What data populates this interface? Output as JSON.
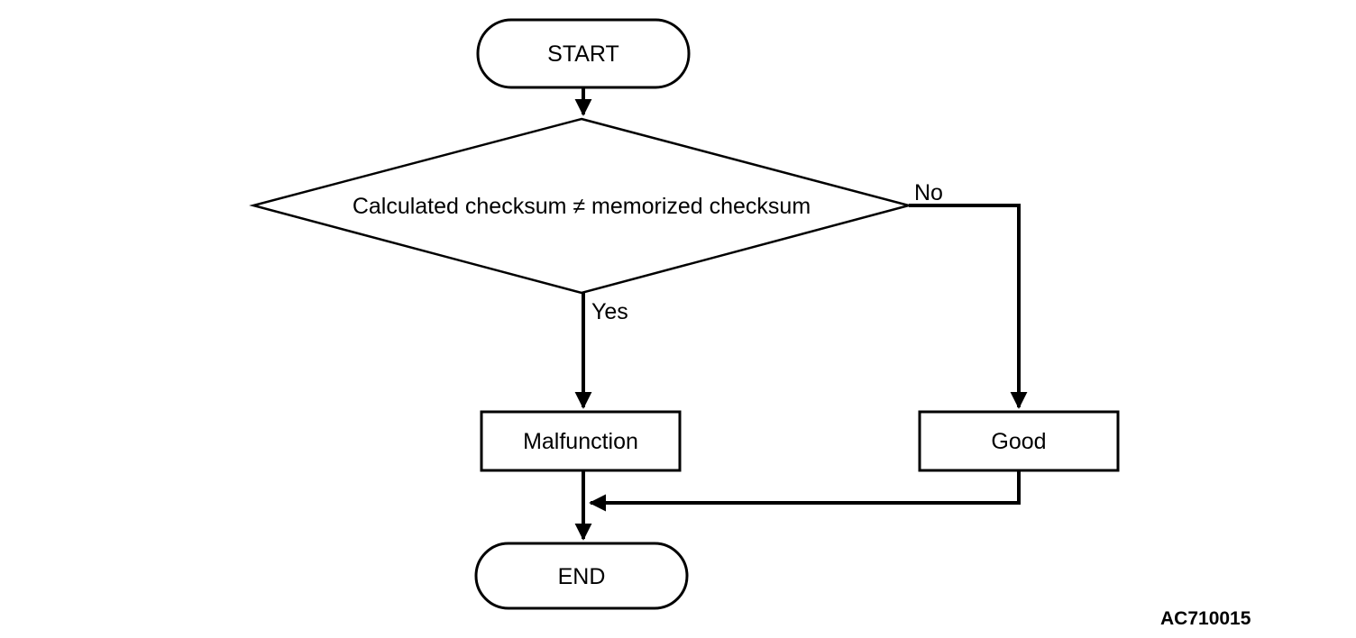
{
  "diagram": {
    "type": "flowchart",
    "nodes": {
      "start": {
        "label": "START",
        "shape": "terminator"
      },
      "decision": {
        "label": "Calculated checksum ≠ memorized checksum",
        "shape": "decision"
      },
      "malfunction": {
        "label": "Malfunction",
        "shape": "process"
      },
      "good": {
        "label": "Good",
        "shape": "process"
      },
      "end": {
        "label": "END",
        "shape": "terminator"
      }
    },
    "edges": {
      "yes_label": "Yes",
      "no_label": "No"
    },
    "figure_code": "AC710015",
    "colors": {
      "line": "#000000",
      "fill": "#ffffff",
      "background": "#ffffff"
    }
  }
}
